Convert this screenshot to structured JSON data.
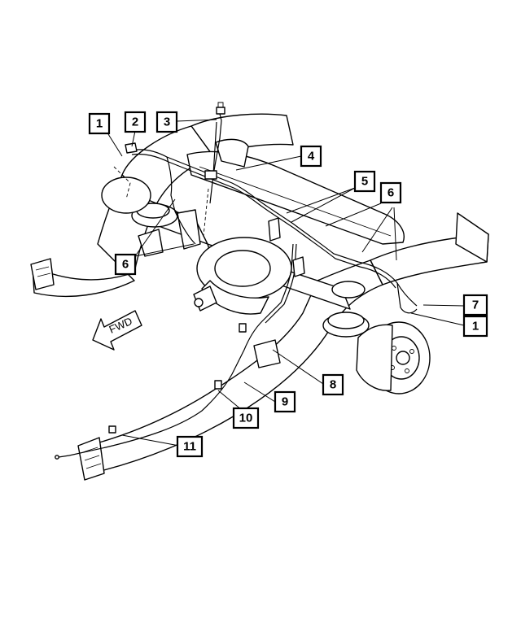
{
  "callouts": [
    {
      "id": "c1a",
      "label": "1"
    },
    {
      "id": "c2",
      "label": "2"
    },
    {
      "id": "c3",
      "label": "3"
    },
    {
      "id": "c4",
      "label": "4"
    },
    {
      "id": "c5",
      "label": "5"
    },
    {
      "id": "c6a",
      "label": "6"
    },
    {
      "id": "c6b",
      "label": "6"
    },
    {
      "id": "c7",
      "label": "7"
    },
    {
      "id": "c1b",
      "label": "1"
    },
    {
      "id": "c8",
      "label": "8"
    },
    {
      "id": "c9",
      "label": "9"
    },
    {
      "id": "c10",
      "label": "10"
    },
    {
      "id": "c11",
      "label": "11"
    }
  ],
  "direction_arrow": {
    "label": "FWD"
  }
}
